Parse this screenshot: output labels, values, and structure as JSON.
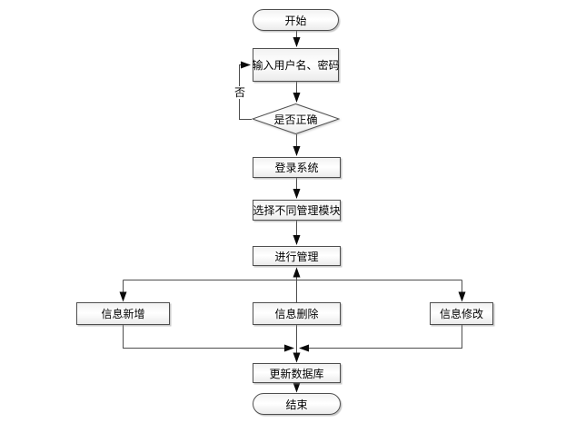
{
  "diagram": {
    "type": "flowchart",
    "nodes": {
      "start": {
        "label": "开始",
        "shape": "terminator"
      },
      "input_credentials папку": {
        "label": "",
        "shape": ""
      },
      "input_credentials": {
        "label": "输入用户名、密码",
        "shape": "process"
      },
      "check_correct": {
        "label": "是否正确",
        "shape": "decision"
      },
      "login_system": {
        "label": "登录系统",
        "shape": "process"
      },
      "select_module": {
        "label": "选择不同管理模块",
        "shape": "process"
      },
      "manage": {
        "label": "进行管理",
        "shape": "process"
      },
      "info_add": {
        "label": "信息新增",
        "shape": "process"
      },
      "info_delete": {
        "label": "信息删除",
        "shape": "process"
      },
      "info_modify": {
        "label": "信息修改",
        "shape": "process"
      },
      "update_database": {
        "label": "更新数据库",
        "shape": "process"
      },
      "end": {
        "label": "结束",
        "shape": "terminator"
      }
    },
    "edge_labels": {
      "no": "否"
    },
    "colors": {
      "background": "#ffffff",
      "shape_border": "#4f4f4f",
      "shape_fill_top": "#f2f2f2",
      "shape_fill_mid": "#ffffff",
      "shape_fill_bottom": "#ebebeb",
      "line": "#4d4d4d",
      "arrowhead": "#0a0a0a",
      "text": "#000000"
    }
  }
}
